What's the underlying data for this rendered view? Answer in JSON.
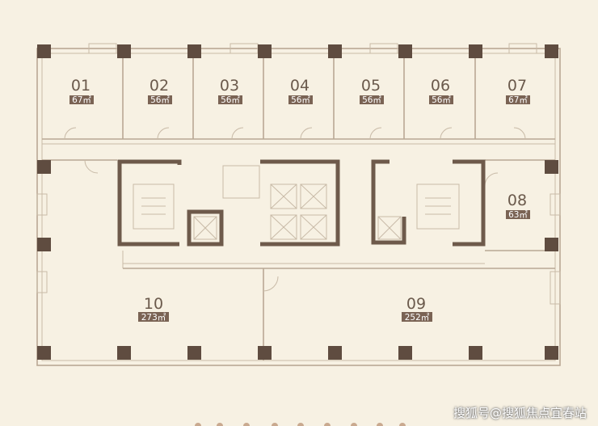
{
  "units": [
    {
      "id": "01",
      "area": "67㎡"
    },
    {
      "id": "02",
      "area": "56㎡"
    },
    {
      "id": "03",
      "area": "56㎡"
    },
    {
      "id": "04",
      "area": "56㎡"
    },
    {
      "id": "05",
      "area": "56㎡"
    },
    {
      "id": "06",
      "area": "56㎡"
    },
    {
      "id": "07",
      "area": "67㎡"
    },
    {
      "id": "08",
      "area": "63㎡"
    },
    {
      "id": "09",
      "area": "252㎡"
    },
    {
      "id": "10",
      "area": "273㎡"
    }
  ],
  "watermark": "搜狐号@搜狐焦点宜春站",
  "colors": {
    "background": "#f7f1e3",
    "wall": "#b9a894",
    "core": "#6e5a4b",
    "label_bg": "#7a6354"
  }
}
